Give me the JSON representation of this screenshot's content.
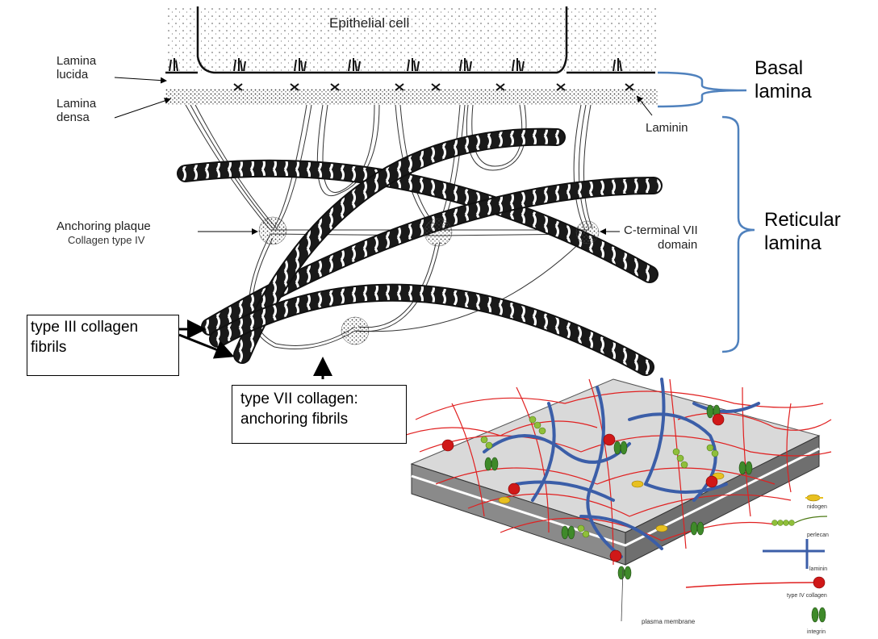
{
  "top_diagram": {
    "labels": {
      "epithelial_cell": "Epithelial cell",
      "lamina_lucida_1": "Lamina",
      "lamina_lucida_2": "lucida",
      "lamina_densa_1": "Lamina",
      "lamina_densa_2": "densa",
      "laminin": "Laminin",
      "anchoring_plaque": "Anchoring plaque",
      "collagen_type_iv": "Collagen type IV",
      "c_terminal_1": "C-terminal VII",
      "c_terminal_2": "domain"
    }
  },
  "annotations": {
    "basal_lamina_1": "Basal",
    "basal_lamina_2": "lamina",
    "reticular_lamina_1": "Reticular",
    "reticular_lamina_2": "lamina",
    "type3_line1": "type III collagen",
    "type3_line2": "fibrils",
    "type7_line1": "type VII collagen:",
    "type7_line2": "anchoring fibrils",
    "bracket_color": "#4f81bd"
  },
  "bottom_diagram": {
    "legend": {
      "nidogen": "nidogen",
      "perlecan": "perlecan",
      "laminin": "laminin",
      "type_iv_collagen": "type IV collagen",
      "integrin": "integrin"
    },
    "plasma_membrane": "plasma membrane",
    "colors": {
      "collagen_iv": "#e02020",
      "laminin": "#3b5ea8",
      "perlecan": "#8fbf3a",
      "nidogen": "#e8c020",
      "integrin": "#3f8a2a",
      "membrane": "#d9d9d9"
    }
  }
}
